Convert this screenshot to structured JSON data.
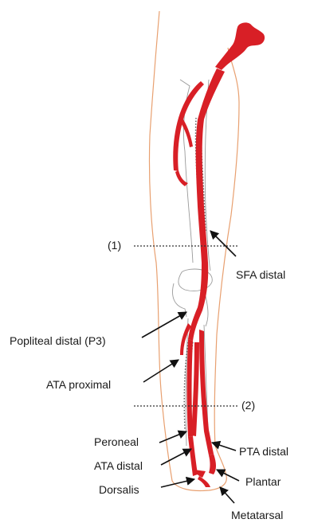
{
  "markers": {
    "level_1": "(1)",
    "level_2": "(2)"
  },
  "labels": {
    "sfa_distal": "SFA distal",
    "popliteal_distal": "Popliteal distal (P3)",
    "ata_proximal": "ATA proximal",
    "peroneal": "Peroneal",
    "pta_distal": "PTA distal",
    "ata_distal": "ATA distal",
    "plantar": "Plantar",
    "dorsalis": "Dorsalis",
    "metatarsal": "Metatarsal"
  },
  "colors": {
    "artery": "#d81f26",
    "skin_outline": "#e8a070",
    "bone_outline": "#9a9a9a",
    "guide_line": "#333333"
  }
}
